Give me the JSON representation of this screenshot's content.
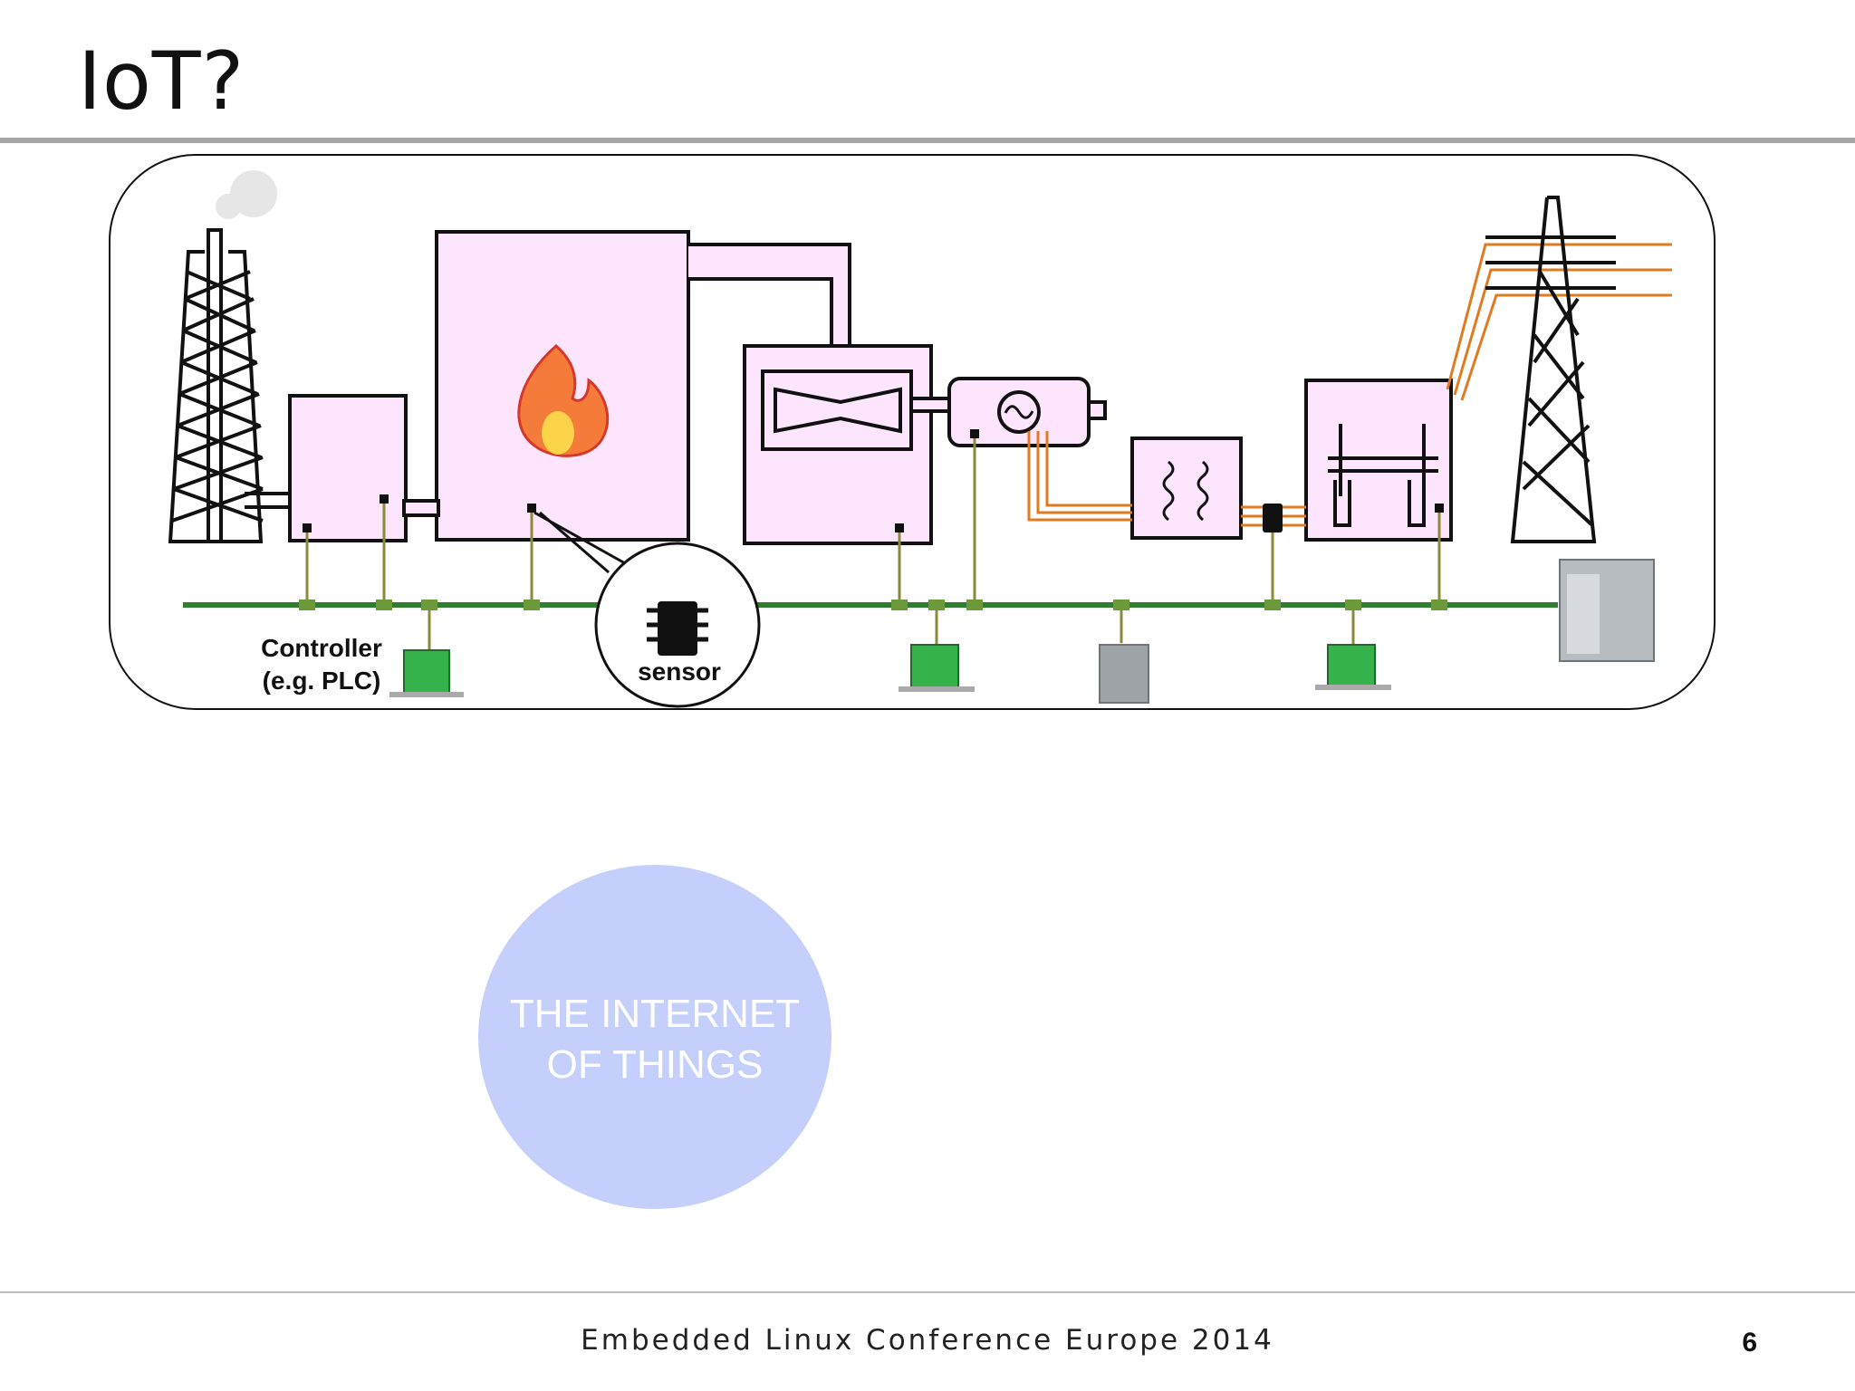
{
  "slide": {
    "title": "IoT?",
    "page_number": "6",
    "footer": "Embedded Linux Conference Europe 2014"
  },
  "diagram": {
    "labels": {
      "controller": [
        "Controller",
        "(e.g. PLC)"
      ],
      "sensor": "sensor"
    }
  },
  "callout": {
    "lines": [
      "THE INTERNET",
      "OF THINGS"
    ]
  },
  "colors": {
    "plant_fill": "#fde6fd",
    "bus_green": "#2f7d2f",
    "wire_orange": "#e07b22",
    "iot_circle": "#c4d0fb",
    "rule_gray": "#a6a6a6"
  }
}
